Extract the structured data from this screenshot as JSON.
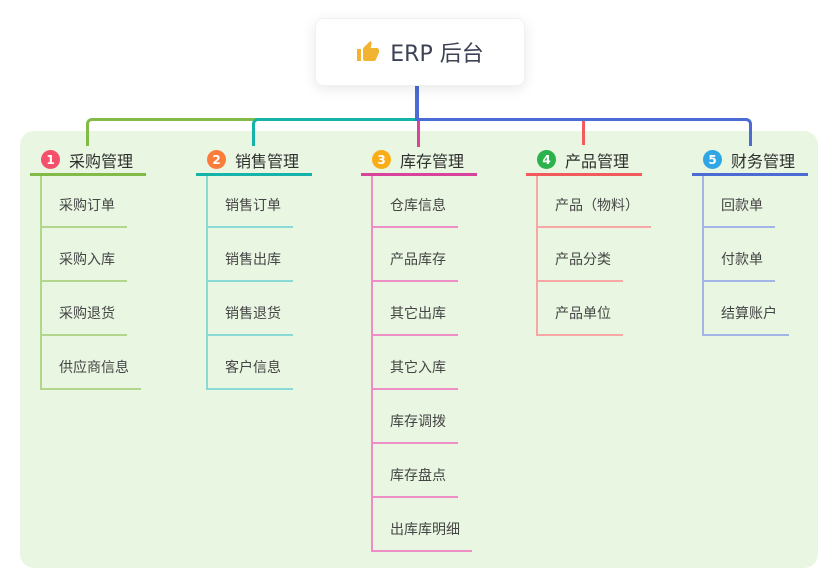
{
  "root": {
    "title": "ERP 后台",
    "icon": "thumbs-up-icon"
  },
  "branches": [
    {
      "badge": "1",
      "title": "采购管理",
      "badge_color": "#f4506a",
      "line_color": "#82bb47",
      "light_color": "#b2d68c",
      "children": [
        "采购订单",
        "采购入库",
        "采购退货",
        "供应商信息"
      ]
    },
    {
      "badge": "2",
      "title": "销售管理",
      "badge_color": "#fa7d3c",
      "line_color": "#16b3ab",
      "light_color": "#8ad9d4",
      "children": [
        "销售订单",
        "销售出库",
        "销售退货",
        "客户信息"
      ]
    },
    {
      "badge": "3",
      "title": "库存管理",
      "badge_color": "#fbad18",
      "line_color": "#d8439c",
      "light_color": "#ee8ec6",
      "children": [
        "仓库信息",
        "产品库存",
        "其它出库",
        "其它入库",
        "库存调拨",
        "库存盘点",
        "出库库明细"
      ]
    },
    {
      "badge": "4",
      "title": "产品管理",
      "badge_color": "#2cb24c",
      "line_color": "#f15b5b",
      "light_color": "#f8a7a7",
      "children": [
        "产品（物料）",
        "产品分类",
        "产品单位"
      ]
    },
    {
      "badge": "5",
      "title": "财务管理",
      "badge_color": "#30a6e5",
      "line_color": "#4a6cd4",
      "light_color": "#a3b4e6",
      "children": [
        "回款单",
        "付款单",
        "结算账户"
      ]
    }
  ],
  "colors": {
    "page_bg": "#ffffff",
    "panel_bg": "#e9f6e2",
    "root_line": "#4a6cd4",
    "title_text": "#3d4254",
    "header_text": "#2f2f2f",
    "child_text": "#454545",
    "thumb": "#f2b430"
  }
}
